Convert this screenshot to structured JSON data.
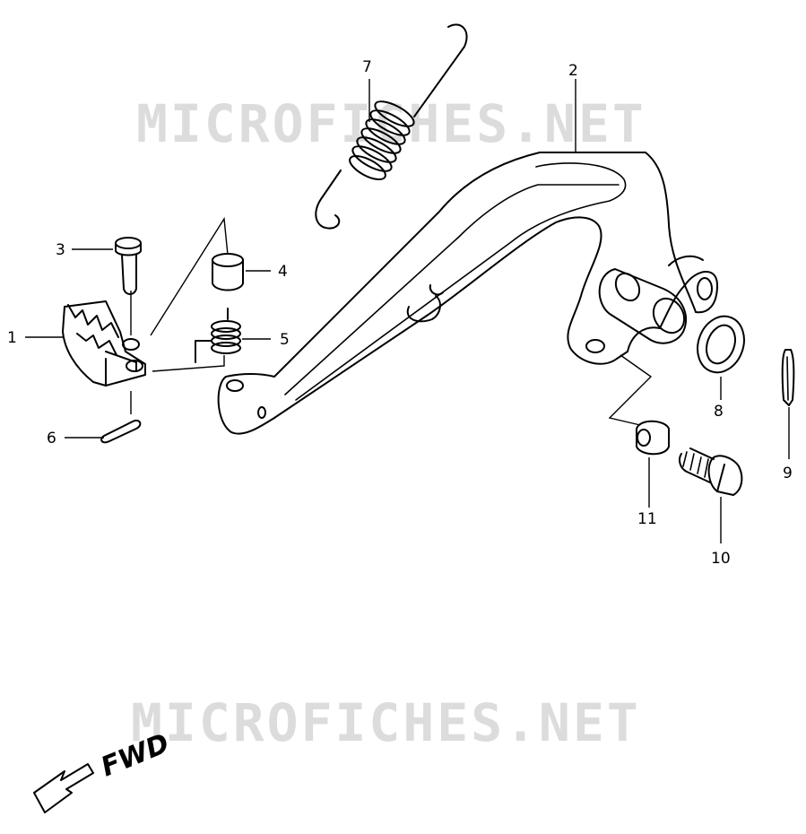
{
  "watermark": {
    "text": "MICROFICHES.NET"
  },
  "direction": {
    "label": "FWD"
  },
  "callouts": [
    "1",
    "2",
    "3",
    "4",
    "5",
    "6",
    "7",
    "8",
    "9",
    "10",
    "11"
  ]
}
